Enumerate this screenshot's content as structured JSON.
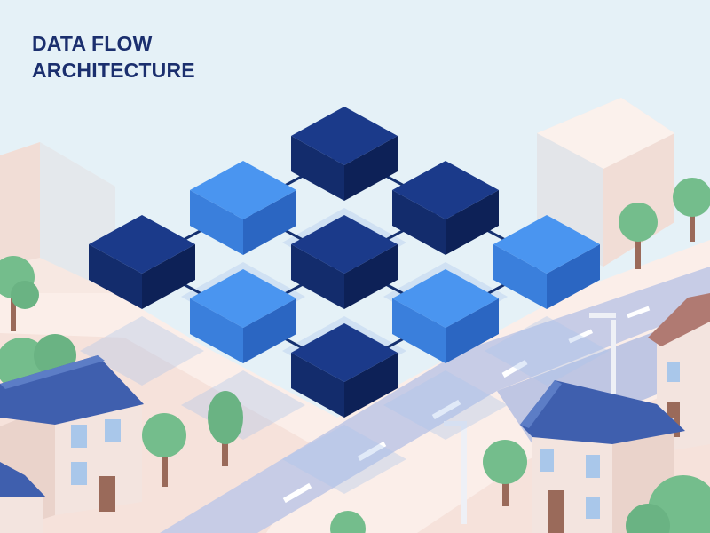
{
  "title": {
    "line1": "DATA FLOW",
    "line2": "ARCHITECTURE"
  },
  "colors": {
    "title": "#1b2f6e",
    "sky": "#e5f1f7",
    "ground": "#fbeee9",
    "road": "#c7cce6",
    "road_dash": "#ffffff",
    "block_dark_top": "#1b3a8a",
    "block_dark_left": "#132c6c",
    "block_dark_right": "#0d2157",
    "block_light_top": "#4a95f0",
    "block_light_left": "#3a7fdc",
    "block_light_right": "#2b66c2",
    "connector": "#14306f",
    "platform": "#a9c4ea",
    "roof": "#3f5fae",
    "roof_red": "#b07a72",
    "wall": "#f3e4df",
    "window": "#a9c7ea",
    "door": "#9a6a5a",
    "tree": "#74bd8c",
    "trunk": "#9a6a5a",
    "panel": "#f7e8e2"
  },
  "diagram": {
    "blocks": [
      {
        "id": "top",
        "tone": "dark"
      },
      {
        "id": "upper-left",
        "tone": "light"
      },
      {
        "id": "upper-right",
        "tone": "dark"
      },
      {
        "id": "far-left",
        "tone": "dark"
      },
      {
        "id": "center",
        "tone": "dark"
      },
      {
        "id": "far-right",
        "tone": "light"
      },
      {
        "id": "lower-left",
        "tone": "light"
      },
      {
        "id": "lower-right",
        "tone": "light"
      },
      {
        "id": "bottom",
        "tone": "dark"
      }
    ],
    "links": [
      [
        "top",
        "upper-left"
      ],
      [
        "top",
        "upper-right"
      ],
      [
        "upper-left",
        "far-left"
      ],
      [
        "upper-left",
        "center"
      ],
      [
        "upper-right",
        "center"
      ],
      [
        "upper-right",
        "far-right"
      ],
      [
        "far-left",
        "lower-left"
      ],
      [
        "center",
        "lower-left"
      ],
      [
        "center",
        "lower-right"
      ],
      [
        "far-right",
        "lower-right"
      ],
      [
        "lower-left",
        "bottom"
      ],
      [
        "lower-right",
        "bottom"
      ]
    ]
  }
}
